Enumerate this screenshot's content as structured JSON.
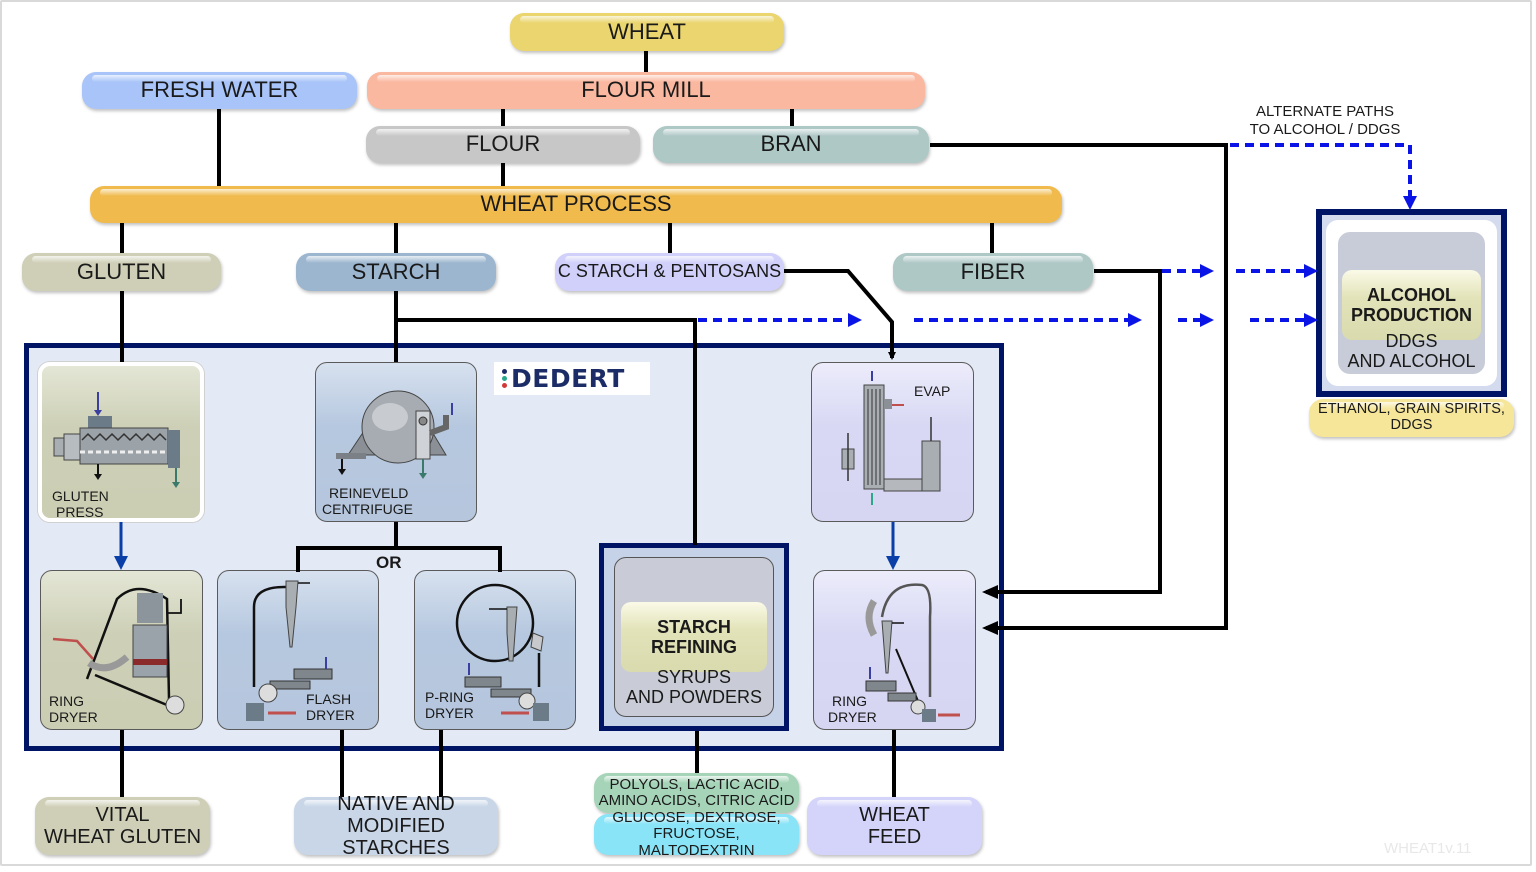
{
  "diagram": {
    "title": "Wheat processing flow",
    "watermark": "WHEAT1v.11",
    "colors": {
      "wire": "#000000",
      "dashed_path": "#0a14e6",
      "dedert_border": "#001466",
      "internal_arrow": "#0a3fa8"
    }
  },
  "top": {
    "wheat": "WHEAT",
    "fresh_water": "FRESH WATER",
    "flour_mill": "FLOUR MILL",
    "flour": "FLOUR",
    "bran": "BRAN",
    "wheat_process": "WHEAT PROCESS"
  },
  "streams": {
    "gluten": "GLUTEN",
    "starch": "STARCH",
    "c_starch": "C STARCH & PENTOSANS",
    "fiber": "FIBER"
  },
  "alternate_paths": {
    "line1": "ALTERNATE PATHS",
    "line2": "TO ALCOHOL / DDGS"
  },
  "alcohol": {
    "title_line1": "ALCOHOL",
    "title_line2": "PRODUCTION",
    "sub_line1": "DDGS",
    "sub_line2": "AND ALCOHOL",
    "products_line1": "ETHANOL, GRAIN SPIRITS,",
    "products_line2": "DDGS"
  },
  "dedert": {
    "logo": "DEDERT",
    "or_label": "OR",
    "equipment": {
      "gluten_press": {
        "line1": "GLUTEN",
        "line2": "PRESS"
      },
      "reineveld": {
        "line1": "REINEVELD",
        "line2": "CENTRIFUGE"
      },
      "ring_dryer_gluten": {
        "line1": "RING",
        "line2": "DRYER"
      },
      "flash_dryer": {
        "line1": "FLASH",
        "line2": "DRYER"
      },
      "p_ring_dryer": {
        "line1": "P-RING",
        "line2": "DRYER"
      },
      "evap": {
        "line1": "EVAP"
      },
      "ring_dryer_feed": {
        "line1": "RING",
        "line2": "DRYER"
      }
    },
    "starch_refining": {
      "title_line1": "STARCH",
      "title_line2": "REFINING",
      "sub_line1": "SYRUPS",
      "sub_line2": "AND POWDERS"
    }
  },
  "products": {
    "vital_gluten": {
      "line1": "VITAL",
      "line2": "WHEAT GLUTEN"
    },
    "starches": {
      "line1": "NATIVE AND",
      "line2": "MODIFIED STARCHES"
    },
    "polyols": {
      "line1": "POLYOLS, LACTIC ACID,",
      "line2": "AMINO ACIDS, CITRIC ACID"
    },
    "glucose": {
      "line1": "GLUCOSE, DEXTROSE,",
      "line2": "FRUCTOSE, MALTODEXTRIN"
    },
    "wheat_feed": {
      "line1": "WHEAT",
      "line2": "FEED"
    }
  }
}
